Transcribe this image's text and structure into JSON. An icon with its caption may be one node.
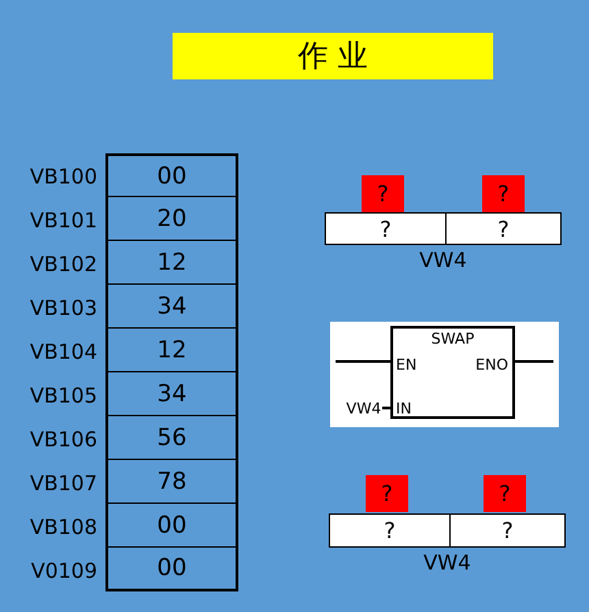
{
  "diagram": {
    "title": "作 业",
    "nodes": [
      {
        "text": [
          "00"
        ],
        "beside": [
          "VB100"
        ]
      },
      {
        "text": [
          "20"
        ],
        "beside": [
          "VB101"
        ]
      },
      {
        "text": [
          "12"
        ],
        "beside": [
          "VB102"
        ]
      },
      {
        "text": [
          "34"
        ],
        "beside": [
          "VB103"
        ]
      },
      {
        "text": [
          "12"
        ],
        "beside": [
          "VB104"
        ]
      },
      {
        "text": [
          "34"
        ],
        "beside": [
          "VB105"
        ]
      },
      {
        "text": [
          "56"
        ],
        "beside": [
          "VB106"
        ]
      },
      {
        "text": [
          "78"
        ],
        "beside": [
          "VB107"
        ]
      },
      {
        "text": [
          "00"
        ],
        "beside": [
          "VB108"
        ]
      },
      {
        "text": [
          "00"
        ],
        "beside": [
          "V0109"
        ]
      },
      {
        "text": [
          "?"
        ]
      },
      {
        "text": [
          "?"
        ]
      },
      {
        "text": [],
        "shape": "box",
        "beside": [
          "VW4"
        ]
      },
      {
        "text": [
          "?"
        ],
        "in": 12
      },
      {
        "text": [
          "?"
        ],
        "in": 12
      },
      {
        "text": [
          "SWAP",
          "EN",
          "ENO",
          "IN"
        ]
      },
      {
        "text": [
          "VW4"
        ]
      },
      {
        "text": [
          "?"
        ]
      },
      {
        "text": [
          "?"
        ]
      },
      {
        "text": [],
        "shape": "box",
        "beside": [
          "VW4"
        ]
      },
      {
        "text": [
          "?"
        ],
        "in": 19
      },
      {
        "text": [
          "?"
        ],
        "in": 19
      }
    ],
    "edges": [
      {
        "from": null,
        "to": 15,
        "arrow": "none"
      },
      {
        "from": 15,
        "to": null,
        "arrow": "none"
      },
      {
        "from": 16,
        "to": 15,
        "arrow": "none"
      }
    ]
  }
}
